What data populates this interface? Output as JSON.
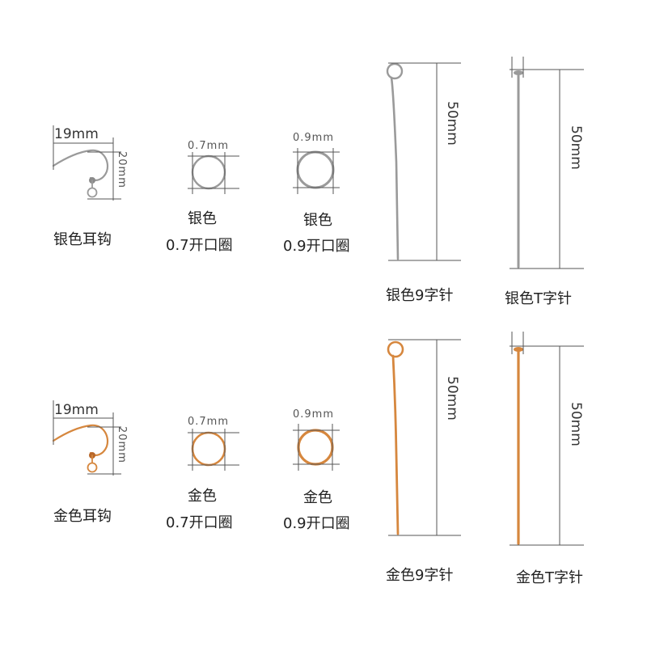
{
  "colors": {
    "silver": "#9a9a9a",
    "silver_dark": "#7d7d7d",
    "gold": "#d6873e",
    "gold_dark": "#b8672a",
    "dim_line": "#555555"
  },
  "silver_row": {
    "earhook": {
      "width_label": "19mm",
      "height_label": "20mm",
      "name": "银色耳钩"
    },
    "ring_07": {
      "size_label": "0.7mm",
      "name_line1": "银色",
      "name_line2": "0.7开口圈"
    },
    "ring_09": {
      "size_label": "0.9mm",
      "name_line1": "银色",
      "name_line2": "0.9开口圈"
    },
    "eye_pin": {
      "length_label": "50mm",
      "name": "银色9字针"
    },
    "t_pin": {
      "length_label": "50mm",
      "name": "银色T字针"
    }
  },
  "gold_row": {
    "earhook": {
      "width_label": "19mm",
      "height_label": "20mm",
      "name": "金色耳钩"
    },
    "ring_07": {
      "size_label": "0.7mm",
      "name_line1": "金色",
      "name_line2": "0.7开口圈"
    },
    "ring_09": {
      "size_label": "0.9mm",
      "name_line1": "金色",
      "name_line2": "0.9开口圈"
    },
    "eye_pin": {
      "length_label": "50mm",
      "name": "金色9字针"
    },
    "t_pin": {
      "length_label": "50mm",
      "name": "金色T字针"
    }
  }
}
